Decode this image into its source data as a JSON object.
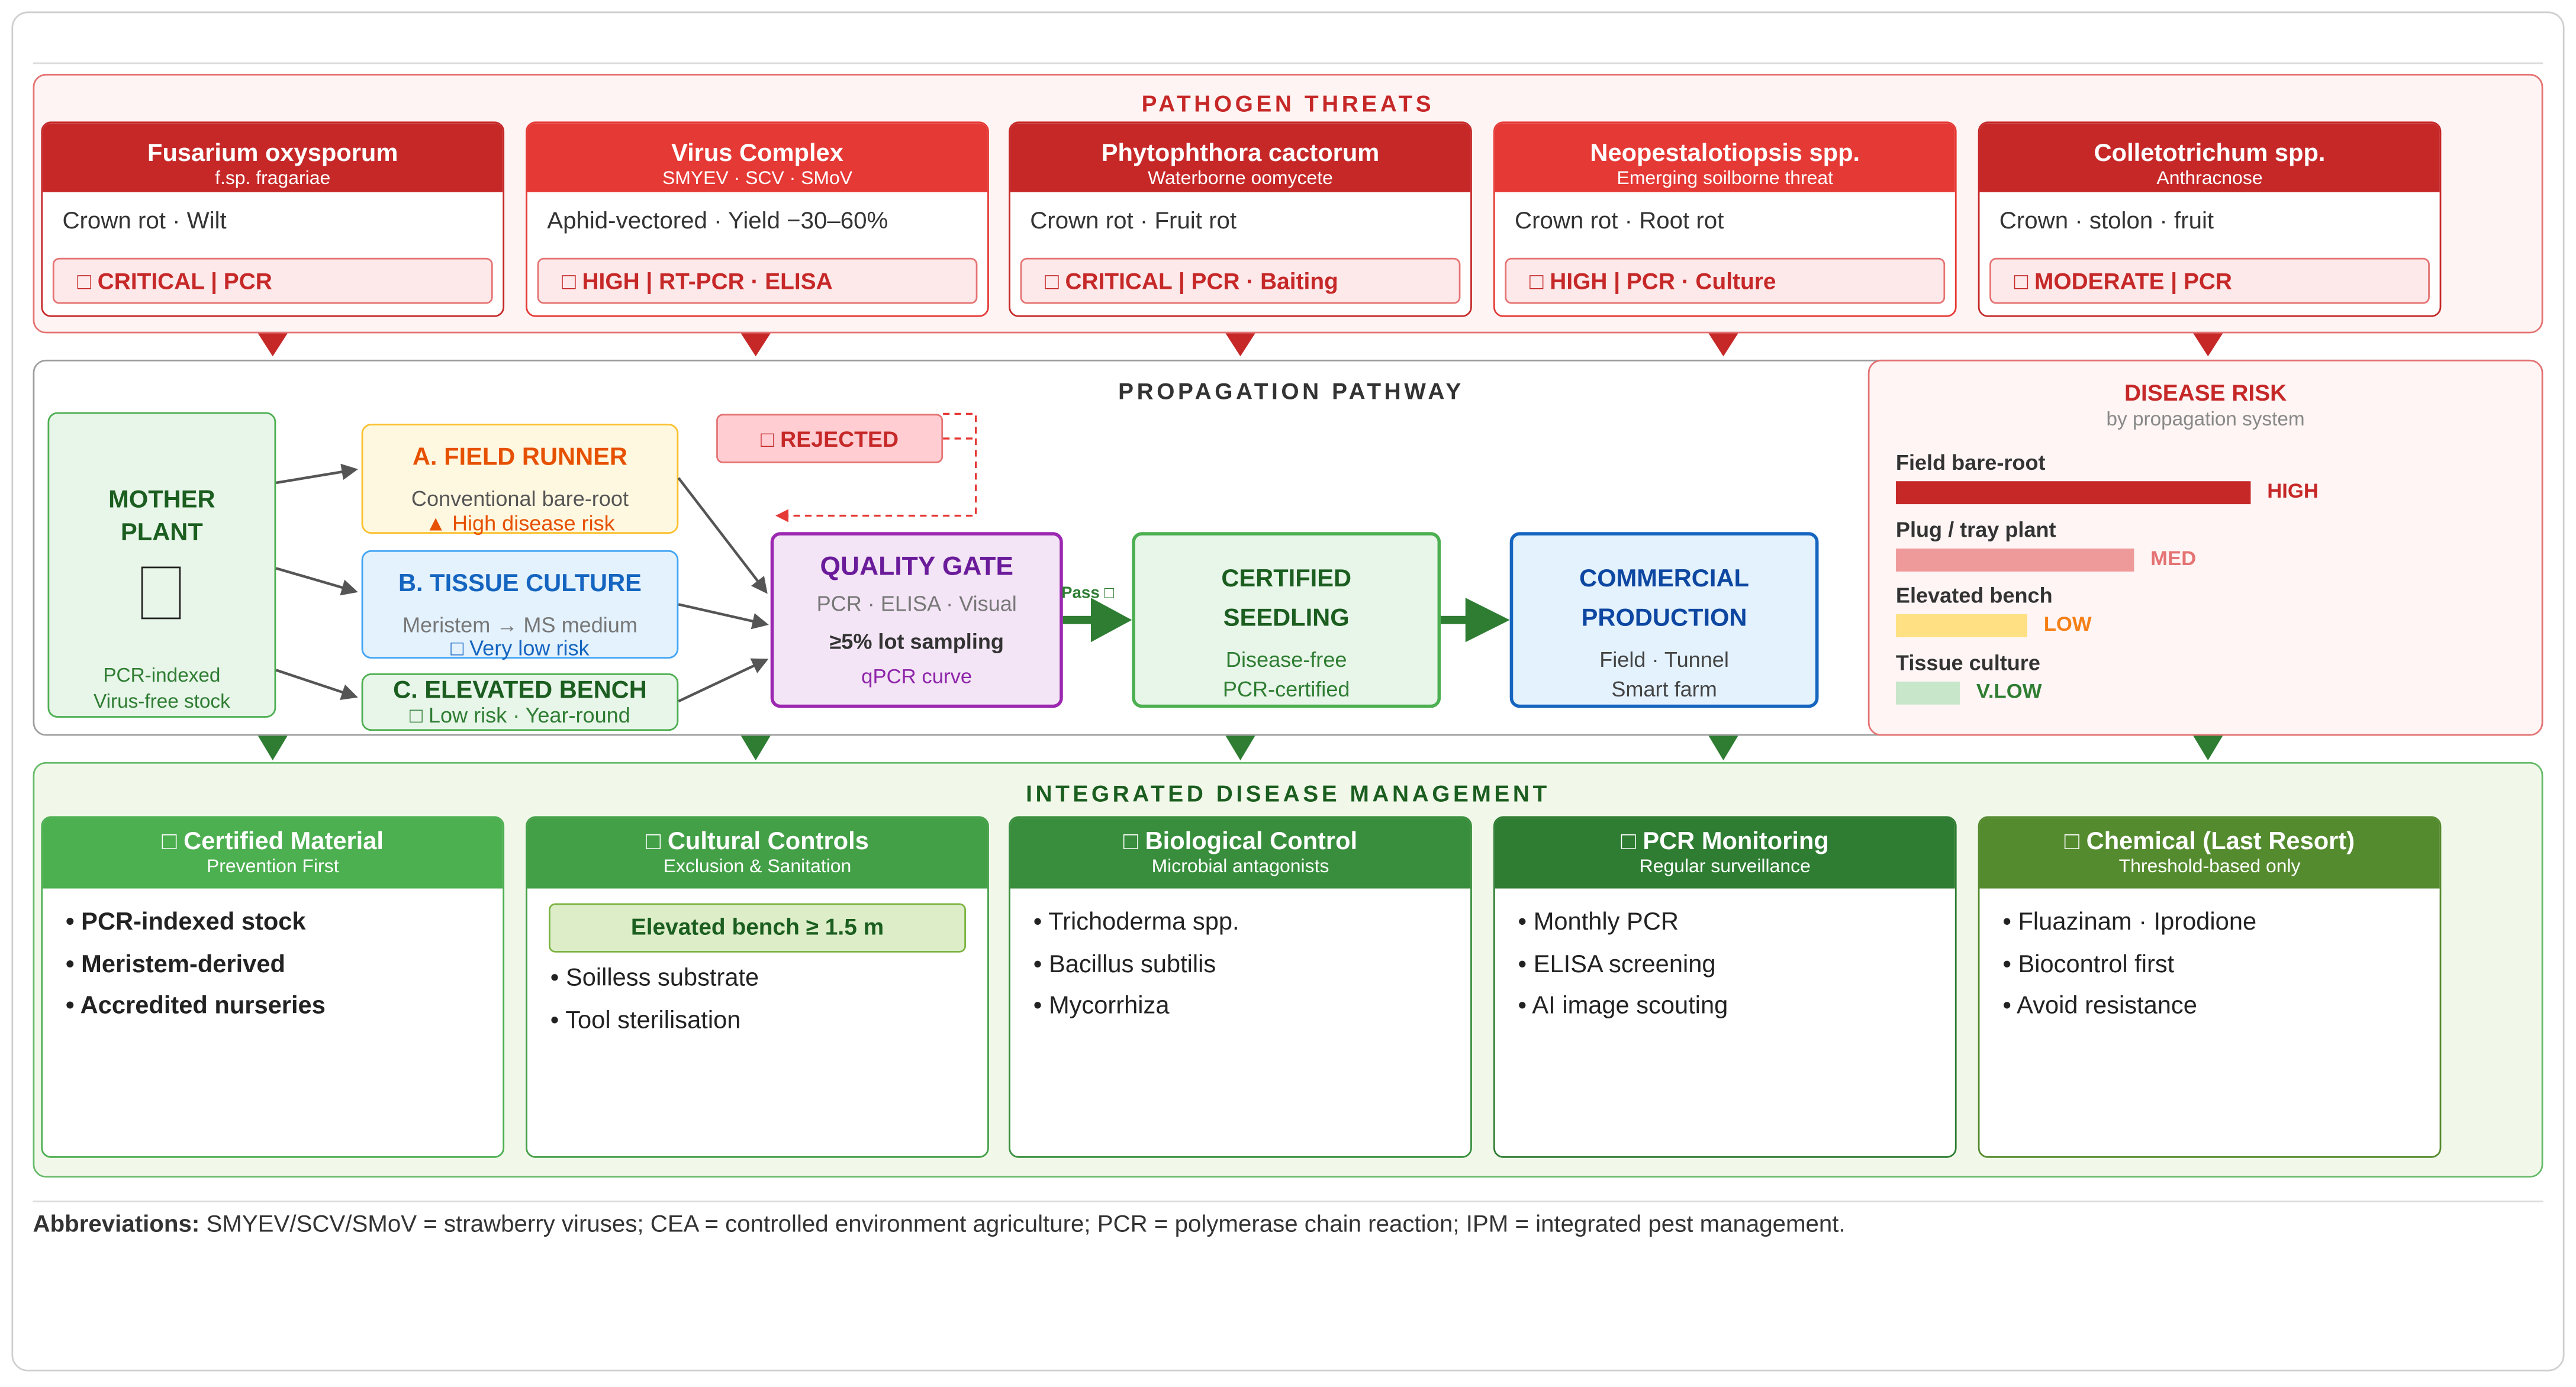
{
  "pathogen_threats": {
    "title": "PATHOGEN THREATS",
    "cards": [
      {
        "name": "Fusarium oxysporum",
        "subtitle": "f.sp. fragariae",
        "desc": "Crown rot · Wilt",
        "badge": "□ CRITICAL | PCR",
        "color": "#c62828"
      },
      {
        "name": "Virus Complex",
        "subtitle": "SMYEV · SCV · SMoV",
        "desc": "Aphid-vectored · Yield −30–60%",
        "badge": "□ HIGH | RT-PCR · ELISA",
        "color": "#e53935"
      },
      {
        "name": "Phytophthora cactorum",
        "subtitle": "Waterborne oomycete",
        "desc": "Crown rot · Fruit rot",
        "badge": "□ CRITICAL | PCR · Baiting",
        "color": "#c62828"
      },
      {
        "name": "Neopestalotiopsis spp.",
        "subtitle": "Emerging soilborne threat",
        "desc": "Crown rot · Root rot",
        "badge": "□ HIGH | PCR · Culture",
        "color": "#e53935"
      },
      {
        "name": "Colletotrichum spp.",
        "subtitle": "Anthracnose",
        "desc": "Crown · stolon · fruit",
        "badge": "□ MODERATE | PCR",
        "color": "#c62828"
      }
    ]
  },
  "pathway": {
    "title": "PROPAGATION PATHWAY",
    "mother_plant": {
      "title_line1": "MOTHER",
      "title_line2": "PLANT",
      "icon": "□",
      "sub1": "PCR-indexed",
      "sub2": "Virus-free stock"
    },
    "field_runner": {
      "title": "A. FIELD RUNNER",
      "line1": "Conventional bare-root",
      "line2": "▲ High disease risk"
    },
    "tissue_culture": {
      "title": "B. TISSUE CULTURE",
      "line1": "Meristem → MS medium",
      "line2": "□ Very low risk"
    },
    "elevated_bench": {
      "title": "C. ELEVATED BENCH",
      "line1": "□ Low risk · Year-round"
    },
    "rejected": "□ REJECTED",
    "quality_gate": {
      "title": "QUALITY GATE",
      "line1": "PCR · ELISA · Visual",
      "line2": "≥5% lot sampling",
      "line3": "qPCR curve"
    },
    "pass_label": "Pass □",
    "certified": {
      "title_line1": "CERTIFIED",
      "title_line2": "SEEDLING",
      "line1": "Disease-free",
      "line2": "PCR-certified"
    },
    "commercial": {
      "title_line1": "COMMERCIAL",
      "title_line2": "PRODUCTION",
      "line1": "Field · Tunnel",
      "line2": "Smart farm"
    }
  },
  "disease_risk": {
    "title": "DISEASE RISK",
    "subtitle": "by propagation system",
    "rows": [
      {
        "name": "Field bare-root",
        "level": "HIGH",
        "value": 1.0,
        "bar_color": "#c62828",
        "label_color": "#c62828"
      },
      {
        "name": "Plug / tray plant",
        "level": "MED",
        "value": 0.67,
        "bar_color": "#ef9a9a",
        "label_color": "#e57373"
      },
      {
        "name": "Elevated bench",
        "level": "LOW",
        "value": 0.37,
        "bar_color": "#ffe082",
        "label_color": "#f57f17"
      },
      {
        "name": "Tissue culture",
        "level": "V.LOW",
        "value": 0.18,
        "bar_color": "#c8e6c9",
        "label_color": "#2e7d32"
      }
    ]
  },
  "idm": {
    "title": "INTEGRATED DISEASE MANAGEMENT",
    "cards": [
      {
        "title": "□ Certified Material",
        "subtitle": "Prevention First",
        "color": "#4caf50",
        "highlight": "",
        "bold_items": true,
        "items": [
          "PCR-indexed stock",
          "Meristem-derived",
          "Accredited nurseries"
        ]
      },
      {
        "title": "□ Cultural Controls",
        "subtitle": "Exclusion & Sanitation",
        "color": "#43a047",
        "highlight": "Elevated bench ≥ 1.5 m",
        "bold_items": false,
        "items": [
          "Soilless substrate",
          "Tool sterilisation"
        ]
      },
      {
        "title": "□ Biological Control",
        "subtitle": "Microbial antagonists",
        "color": "#388e3c",
        "highlight": "",
        "bold_items": false,
        "items": [
          "Trichoderma spp.",
          "Bacillus subtilis",
          "Mycorrhiza"
        ]
      },
      {
        "title": "□ PCR Monitoring",
        "subtitle": "Regular surveillance",
        "color": "#2e7d32",
        "highlight": "",
        "bold_items": false,
        "items": [
          "Monthly PCR",
          "ELISA screening",
          "AI image scouting"
        ]
      },
      {
        "title": "□ Chemical (Last Resort)",
        "subtitle": "Threshold-based only",
        "color": "#558b2f",
        "highlight": "",
        "bold_items": false,
        "items": [
          "Fluazinam · Iprodione",
          "Biocontrol first",
          "Avoid resistance"
        ]
      }
    ]
  },
  "footer": {
    "label": "Abbreviations:",
    "text": " SMYEV/SCV/SMoV = strawberry viruses; CEA = controlled environment agriculture; PCR = polymerase chain reaction; IPM = integrated pest management."
  }
}
